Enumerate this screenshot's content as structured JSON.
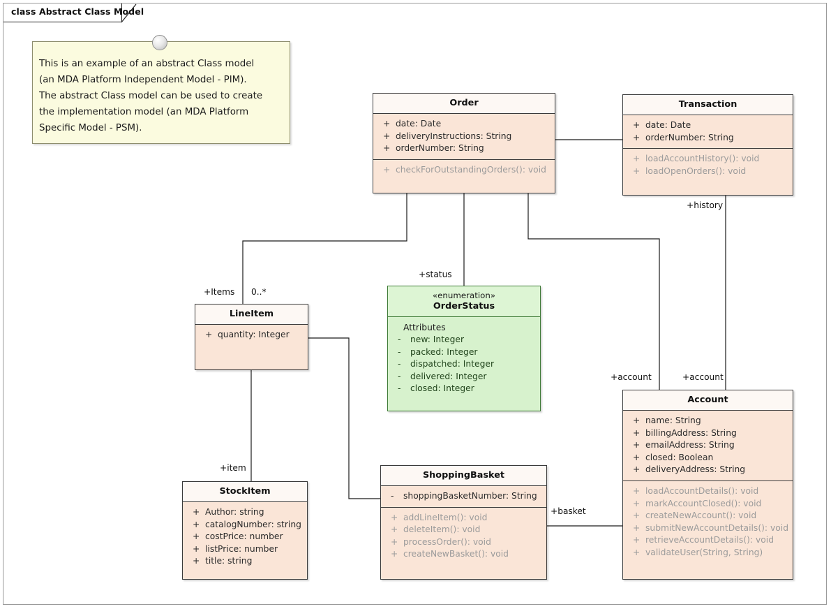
{
  "diagram": {
    "frame_label": "class Abstract Class Model",
    "note": "This is an example of an abstract Class model\n(an MDA Platform Independent Model - PIM).\nThe abstract Class model can be used to create\nthe implementation model (an MDA Platform\nSpecific Model - PSM)."
  },
  "colors": {
    "class_body": "#fae5d7",
    "class_header": "#fdf8f4",
    "class_border": "#3a3a3a",
    "enum_body": "#d7f2cd",
    "enum_header": "#ddf5d4",
    "enum_border": "#3e7a36",
    "note_body": "#fbfbdf",
    "note_border": "#8d8d6e",
    "operation_text": "#9b9b9b",
    "attribute_text": "#2b2b2b"
  },
  "classes": {
    "order": {
      "name": "Order",
      "attributes": [
        {
          "visibility": "+",
          "text": "date: Date"
        },
        {
          "visibility": "+",
          "text": "deliveryInstructions: String"
        },
        {
          "visibility": "+",
          "text": "orderNumber: String"
        }
      ],
      "operations": [
        {
          "visibility": "+",
          "text": "checkForOutstandingOrders(): void"
        }
      ]
    },
    "transaction": {
      "name": "Transaction",
      "attributes": [
        {
          "visibility": "+",
          "text": "date: Date"
        },
        {
          "visibility": "+",
          "text": "orderNumber: String"
        }
      ],
      "operations": [
        {
          "visibility": "+",
          "text": "loadAccountHistory(): void"
        },
        {
          "visibility": "+",
          "text": "loadOpenOrders(): void"
        }
      ]
    },
    "lineitem": {
      "name": "LineItem",
      "attributes": [
        {
          "visibility": "+",
          "text": "quantity: Integer"
        }
      ],
      "operations": []
    },
    "orderstatus": {
      "stereotype": "«enumeration»",
      "name": "OrderStatus",
      "group_label": "Attributes",
      "attributes": [
        {
          "visibility": "-",
          "text": "new: Integer"
        },
        {
          "visibility": "-",
          "text": "packed: Integer"
        },
        {
          "visibility": "-",
          "text": "dispatched: Integer"
        },
        {
          "visibility": "-",
          "text": "delivered: Integer"
        },
        {
          "visibility": "-",
          "text": "closed: Integer"
        }
      ]
    },
    "account": {
      "name": "Account",
      "attributes": [
        {
          "visibility": "+",
          "text": "name: String"
        },
        {
          "visibility": "+",
          "text": "billingAddress: String"
        },
        {
          "visibility": "+",
          "text": "emailAddress: String"
        },
        {
          "visibility": "+",
          "text": "closed: Boolean"
        },
        {
          "visibility": "+",
          "text": "deliveryAddress: String"
        }
      ],
      "operations": [
        {
          "visibility": "+",
          "text": "loadAccountDetails(): void"
        },
        {
          "visibility": "+",
          "text": "markAccountClosed(): void"
        },
        {
          "visibility": "+",
          "text": "createNewAccount(): void"
        },
        {
          "visibility": "+",
          "text": "submitNewAccountDetails(): void"
        },
        {
          "visibility": "+",
          "text": "retrieveAccountDetails(): void"
        },
        {
          "visibility": "+",
          "text": "validateUser(String, String)"
        }
      ]
    },
    "stockitem": {
      "name": "StockItem",
      "attributes": [
        {
          "visibility": "+",
          "text": "Author: string"
        },
        {
          "visibility": "+",
          "text": "catalogNumber: string"
        },
        {
          "visibility": "+",
          "text": "costPrice: number"
        },
        {
          "visibility": "+",
          "text": "listPrice: number"
        },
        {
          "visibility": "+",
          "text": "title: string"
        }
      ],
      "operations": []
    },
    "shoppingbasket": {
      "name": "ShoppingBasket",
      "attributes": [
        {
          "visibility": "-",
          "text": "shoppingBasketNumber: String"
        }
      ],
      "operations": [
        {
          "visibility": "+",
          "text": "addLineItem(): void"
        },
        {
          "visibility": "+",
          "text": "deleteItem(): void"
        },
        {
          "visibility": "+",
          "text": "processOrder(): void"
        },
        {
          "visibility": "+",
          "text": "createNewBasket(): void"
        }
      ]
    }
  },
  "connector_labels": {
    "items_role": "+Items",
    "items_multiplicity": "0..*",
    "status_role": "+status",
    "history_role": "+history",
    "account_role_order": "+account",
    "account_role_transaction": "+account",
    "item_role": "+item",
    "basket_role": "+basket"
  }
}
